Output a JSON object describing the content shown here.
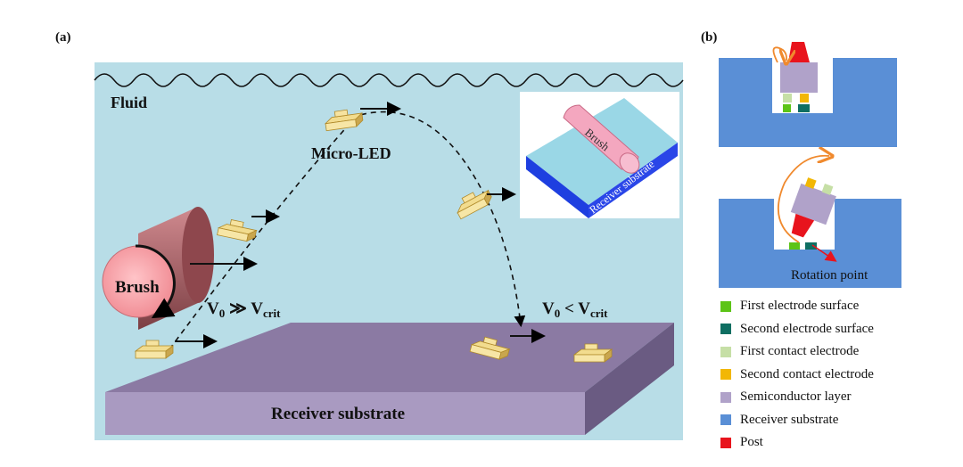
{
  "panel_a": {
    "label": "(a)",
    "fluid": "Fluid",
    "micro_led": "Micro-LED",
    "brush": "Brush",
    "receiver": "Receiver substrate",
    "v_fast": {
      "v": "V",
      "sub0": "0",
      "rel": " ≫ V",
      "sub": "crit"
    },
    "v_slow": {
      "v": "V",
      "sub0": "0",
      "rel": " < V",
      "sub": "crit"
    },
    "inset": {
      "brush": "Brush",
      "receiver": "Receiver substrate"
    }
  },
  "panel_b": {
    "label": "(b)",
    "rotation": "Rotation point",
    "legend": [
      {
        "label": "First electrode surface",
        "color": "#5cc417"
      },
      {
        "label": "Second electrode surface",
        "color": "#0f6f62"
      },
      {
        "label": "First contact electrode",
        "color": "#c6dfa6"
      },
      {
        "label": "Second contact electrode",
        "color": "#f2b705"
      },
      {
        "label": "Semiconductor layer",
        "color": "#b0a2c9"
      },
      {
        "label": "Receiver substrate",
        "color": "#5a8fd6"
      },
      {
        "label": "Post",
        "color": "#e8141d"
      }
    ]
  }
}
